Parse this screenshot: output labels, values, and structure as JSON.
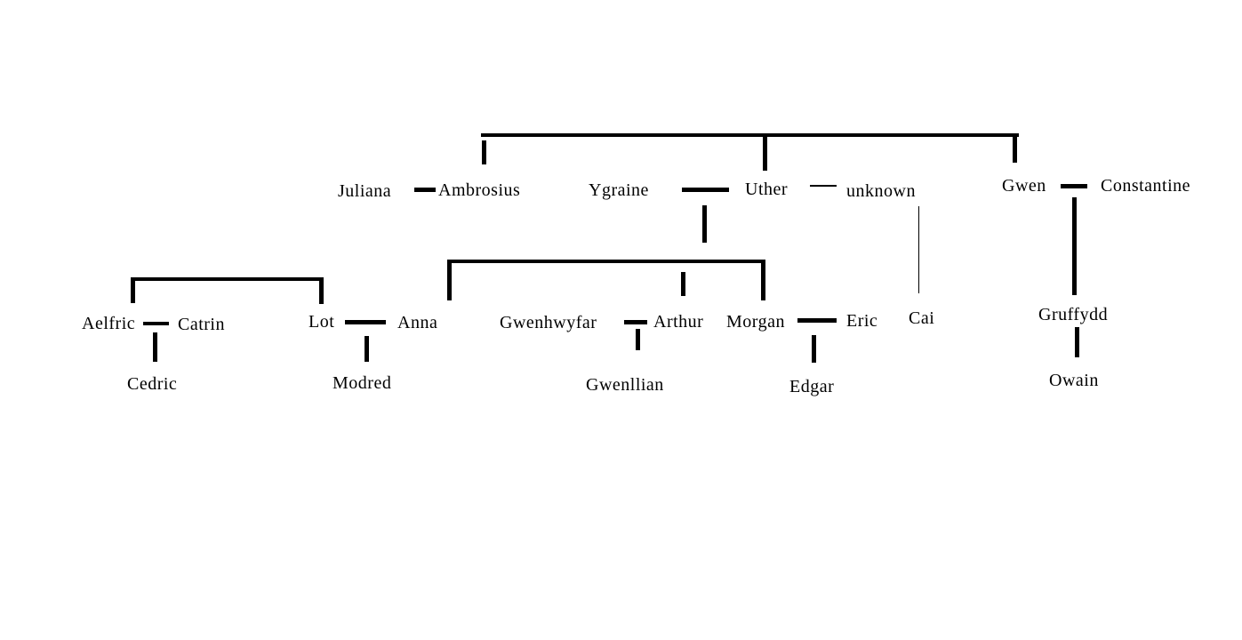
{
  "colors": {
    "background": "#ffffff",
    "ink": "#000000"
  },
  "people": {
    "juliana": "Juliana",
    "ambrosius": "Ambrosius",
    "ygraine": "Ygraine",
    "uther": "Uther",
    "unknown": "unknown",
    "gwen": "Gwen",
    "constantine": "Constantine",
    "aelfric": "Aelfric",
    "catrin": "Catrin",
    "lot": "Lot",
    "anna": "Anna",
    "gwenhwyfar": "Gwenhwyfar",
    "arthur": "Arthur",
    "morgan": "Morgan",
    "eric": "Eric",
    "cai": "Cai",
    "gruffydd": "Gruffydd",
    "cedric": "Cedric",
    "modred": "Modred",
    "gwenllian": "Gwenllian",
    "edgar": "Edgar",
    "owain": "Owain"
  },
  "relationships": {
    "sibling_groups": [
      [
        "Ambrosius",
        "Uther",
        "Gwen"
      ],
      [
        "Aelfric",
        "Lot"
      ]
    ],
    "marriages": [
      {
        "a": "Juliana",
        "b": "Ambrosius",
        "children": []
      },
      {
        "a": "Ygraine",
        "b": "Uther",
        "children": [
          "Anna",
          "Arthur",
          "Morgan"
        ]
      },
      {
        "a": "Uther",
        "b": "unknown",
        "children": [
          "Cai"
        ]
      },
      {
        "a": "Gwen",
        "b": "Constantine",
        "children": [
          "Gruffydd"
        ]
      },
      {
        "a": "Aelfric",
        "b": "Catrin",
        "children": [
          "Cedric"
        ]
      },
      {
        "a": "Lot",
        "b": "Anna",
        "children": [
          "Modred"
        ]
      },
      {
        "a": "Gwenhwyfar",
        "b": "Arthur",
        "children": [
          "Gwenllian"
        ]
      },
      {
        "a": "Morgan",
        "b": "Eric",
        "children": [
          "Edgar"
        ]
      }
    ],
    "parent_child": [
      {
        "parent": "Gruffydd",
        "child": "Owain"
      }
    ]
  }
}
